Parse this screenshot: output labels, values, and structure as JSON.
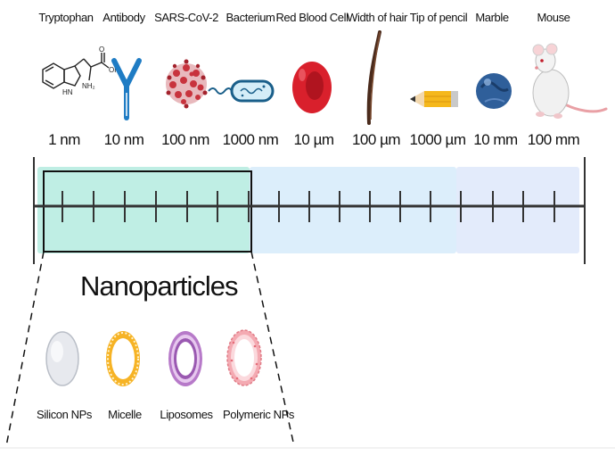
{
  "scale_items": [
    {
      "name": "Tryptophan",
      "size": "1 nm",
      "icon": "tryptophan-molecule-icon"
    },
    {
      "name": "Antibody",
      "size": "10 nm",
      "icon": "antibody-icon"
    },
    {
      "name": "SARS-CoV-2",
      "size": "100 nm",
      "icon": "virus-icon"
    },
    {
      "name": "Bacterium",
      "size": "1000 nm",
      "icon": "bacterium-icon"
    },
    {
      "name": "Red Blood Cell",
      "size": "10 µm",
      "icon": "red-blood-cell-icon"
    },
    {
      "name": "Width of hair",
      "size": "100 µm",
      "icon": "hair-icon"
    },
    {
      "name": "Tip of pencil",
      "size": "1000 µm",
      "icon": "pencil-icon"
    },
    {
      "name": "Marble",
      "size": "10 mm",
      "icon": "marble-icon"
    },
    {
      "name": "Mouse",
      "size": "100 mm",
      "icon": "mouse-icon"
    }
  ],
  "molecule_labels": {
    "oh": "OH",
    "o": "O",
    "hn": "HN",
    "nh2": "NH₂"
  },
  "nanoparticles": {
    "title": "Nanoparticles",
    "items": [
      {
        "label": "Silicon NPs",
        "icon": "silicon-np-icon"
      },
      {
        "label": "Micelle",
        "icon": "micelle-icon"
      },
      {
        "label": "Liposomes",
        "icon": "liposome-icon"
      },
      {
        "label": "Polymeric NPs",
        "icon": "polymeric-np-icon"
      }
    ]
  },
  "colors": {
    "nano_zone": "#bfeee4",
    "micro_zone": "#dceefb",
    "milli_zone": "#e3ebfb",
    "antibody": "#1f7cc4",
    "virus": "#c8333d",
    "red_cell": "#d9202c",
    "marble": "#2f5f9a",
    "pencil": "#f5b81c"
  }
}
